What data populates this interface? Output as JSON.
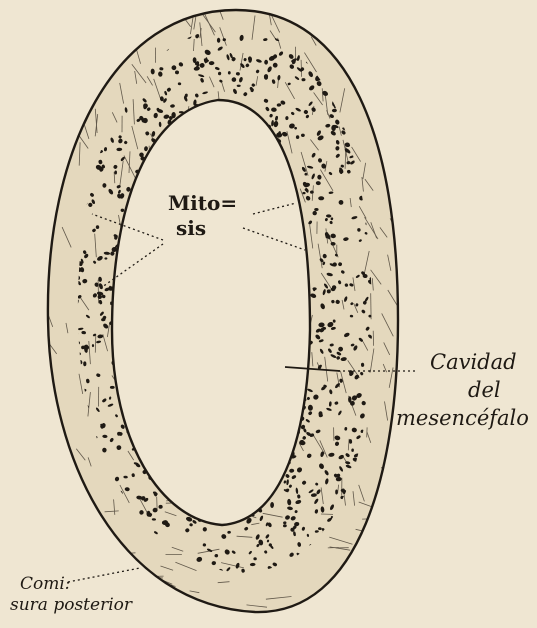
{
  "labels": {
    "mitosis_line1": "Mito=",
    "mitosis_line2": "sis",
    "cavity_line1": "Cavidad",
    "cavity_line2": "del",
    "cavity_line3": "mesencéfalo",
    "commissure_line1": "Comi:",
    "commissure_line2": "sura posterior"
  },
  "colors": {
    "paper": "#efe6d2",
    "ink": "#1f1a14"
  }
}
